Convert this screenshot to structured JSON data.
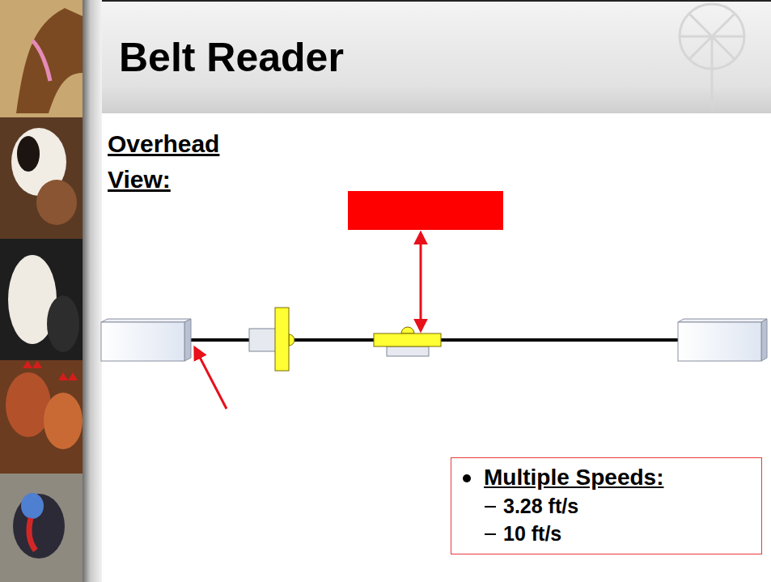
{
  "diagram": {
    "title": "Belt Reader",
    "nodes": [
      {
        "text": [
          "Multiple Speeds:",
          "3.28 ft/s",
          "10 ft/s"
        ]
      }
    ],
    "edges": [],
    "labels": [
      "Overhead View:"
    ]
  }
}
